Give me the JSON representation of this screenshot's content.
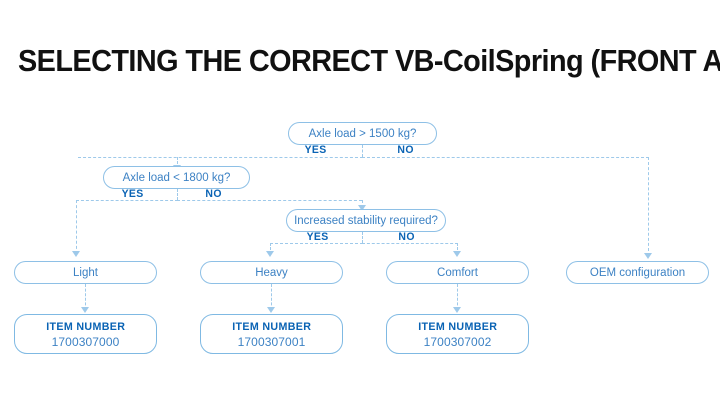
{
  "page": {
    "title": "SELECTING THE CORRECT VB-CoilSpring (FRONT AXLE)",
    "background_color": "#ffffff"
  },
  "colors": {
    "title_text": "#111111",
    "node_border": "#8ec0e6",
    "node_text": "#3d82c4",
    "branch_label": "#0a63b4",
    "item_label": "#0a63b4",
    "item_value": "#3d82c4",
    "connector": "#9ec9ea"
  },
  "flowchart": {
    "type": "decision-tree",
    "decisions": [
      {
        "id": "axle-load-1500",
        "question": "Axle load > 1500 kg?",
        "yes_label": "YES",
        "no_label": "NO",
        "yes_target": "axle-load-1800",
        "no_target": "oem-configuration"
      },
      {
        "id": "axle-load-1800",
        "question": "Axle load < 1800 kg?",
        "yes_label": "YES",
        "no_label": "NO",
        "yes_target": "light",
        "no_target": "increased-stability"
      },
      {
        "id": "increased-stability",
        "question": "Increased stability required?",
        "yes_label": "YES",
        "no_label": "NO",
        "yes_target": "heavy",
        "no_target": "comfort"
      }
    ],
    "outcomes": [
      {
        "id": "light",
        "label": "Light",
        "item_target": "item-1700307000"
      },
      {
        "id": "heavy",
        "label": "Heavy",
        "item_target": "item-1700307001"
      },
      {
        "id": "comfort",
        "label": "Comfort",
        "item_target": "item-1700307002"
      },
      {
        "id": "oem-configuration",
        "label": "OEM configuration",
        "item_target": null
      }
    ],
    "items": [
      {
        "id": "item-1700307000",
        "label": "ITEM NUMBER",
        "value": "1700307000"
      },
      {
        "id": "item-1700307001",
        "label": "ITEM NUMBER",
        "value": "1700307001"
      },
      {
        "id": "item-1700307002",
        "label": "ITEM NUMBER",
        "value": "1700307002"
      }
    ]
  }
}
